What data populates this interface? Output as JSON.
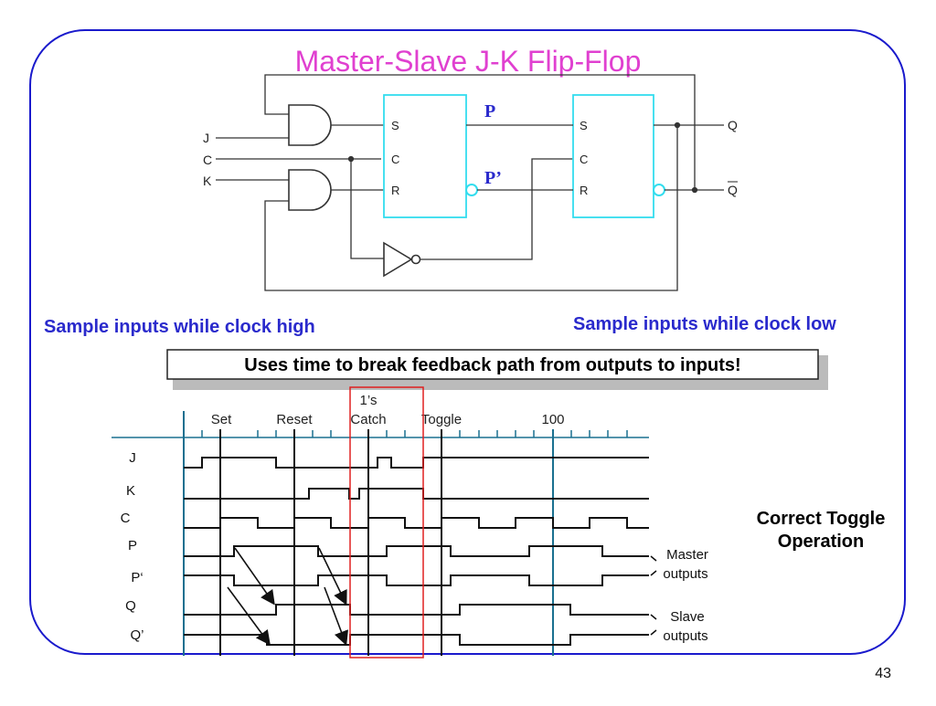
{
  "slide": {
    "title": "Master-Slave J-K Flip-Flop",
    "page_number": "43"
  },
  "circuit": {
    "inputs": [
      "J",
      "C",
      "K"
    ],
    "latch_pins": [
      "S",
      "C",
      "R"
    ],
    "outputs": [
      "Q",
      "Q"
    ],
    "master_out": "P",
    "master_out_bar": "P’"
  },
  "annotations": {
    "sample_high": "Sample inputs while clock high",
    "sample_low": "Sample inputs while clock low",
    "callout": "Uses time to break feedback path from outputs to inputs!",
    "correct_toggle_line1": "Correct Toggle",
    "correct_toggle_line2": "Operation"
  },
  "timing": {
    "phases": [
      "Set",
      "Reset",
      "1’s",
      "Catch",
      "Toggle",
      "100"
    ],
    "signals": [
      "J",
      "K",
      "C",
      "P",
      "P‘",
      "Q",
      "Q’"
    ],
    "side_labels": {
      "master_1": "Master",
      "master_2": "outputs",
      "slave_1": "Slave",
      "slave_2": "outputs"
    }
  },
  "colors": {
    "title": "#e040d0",
    "blue_text": "#2a2acc",
    "latch": "#33ddee",
    "frame": "#1a1acc",
    "catch_box": "#e02020",
    "cycle_line": "#1a7090"
  }
}
